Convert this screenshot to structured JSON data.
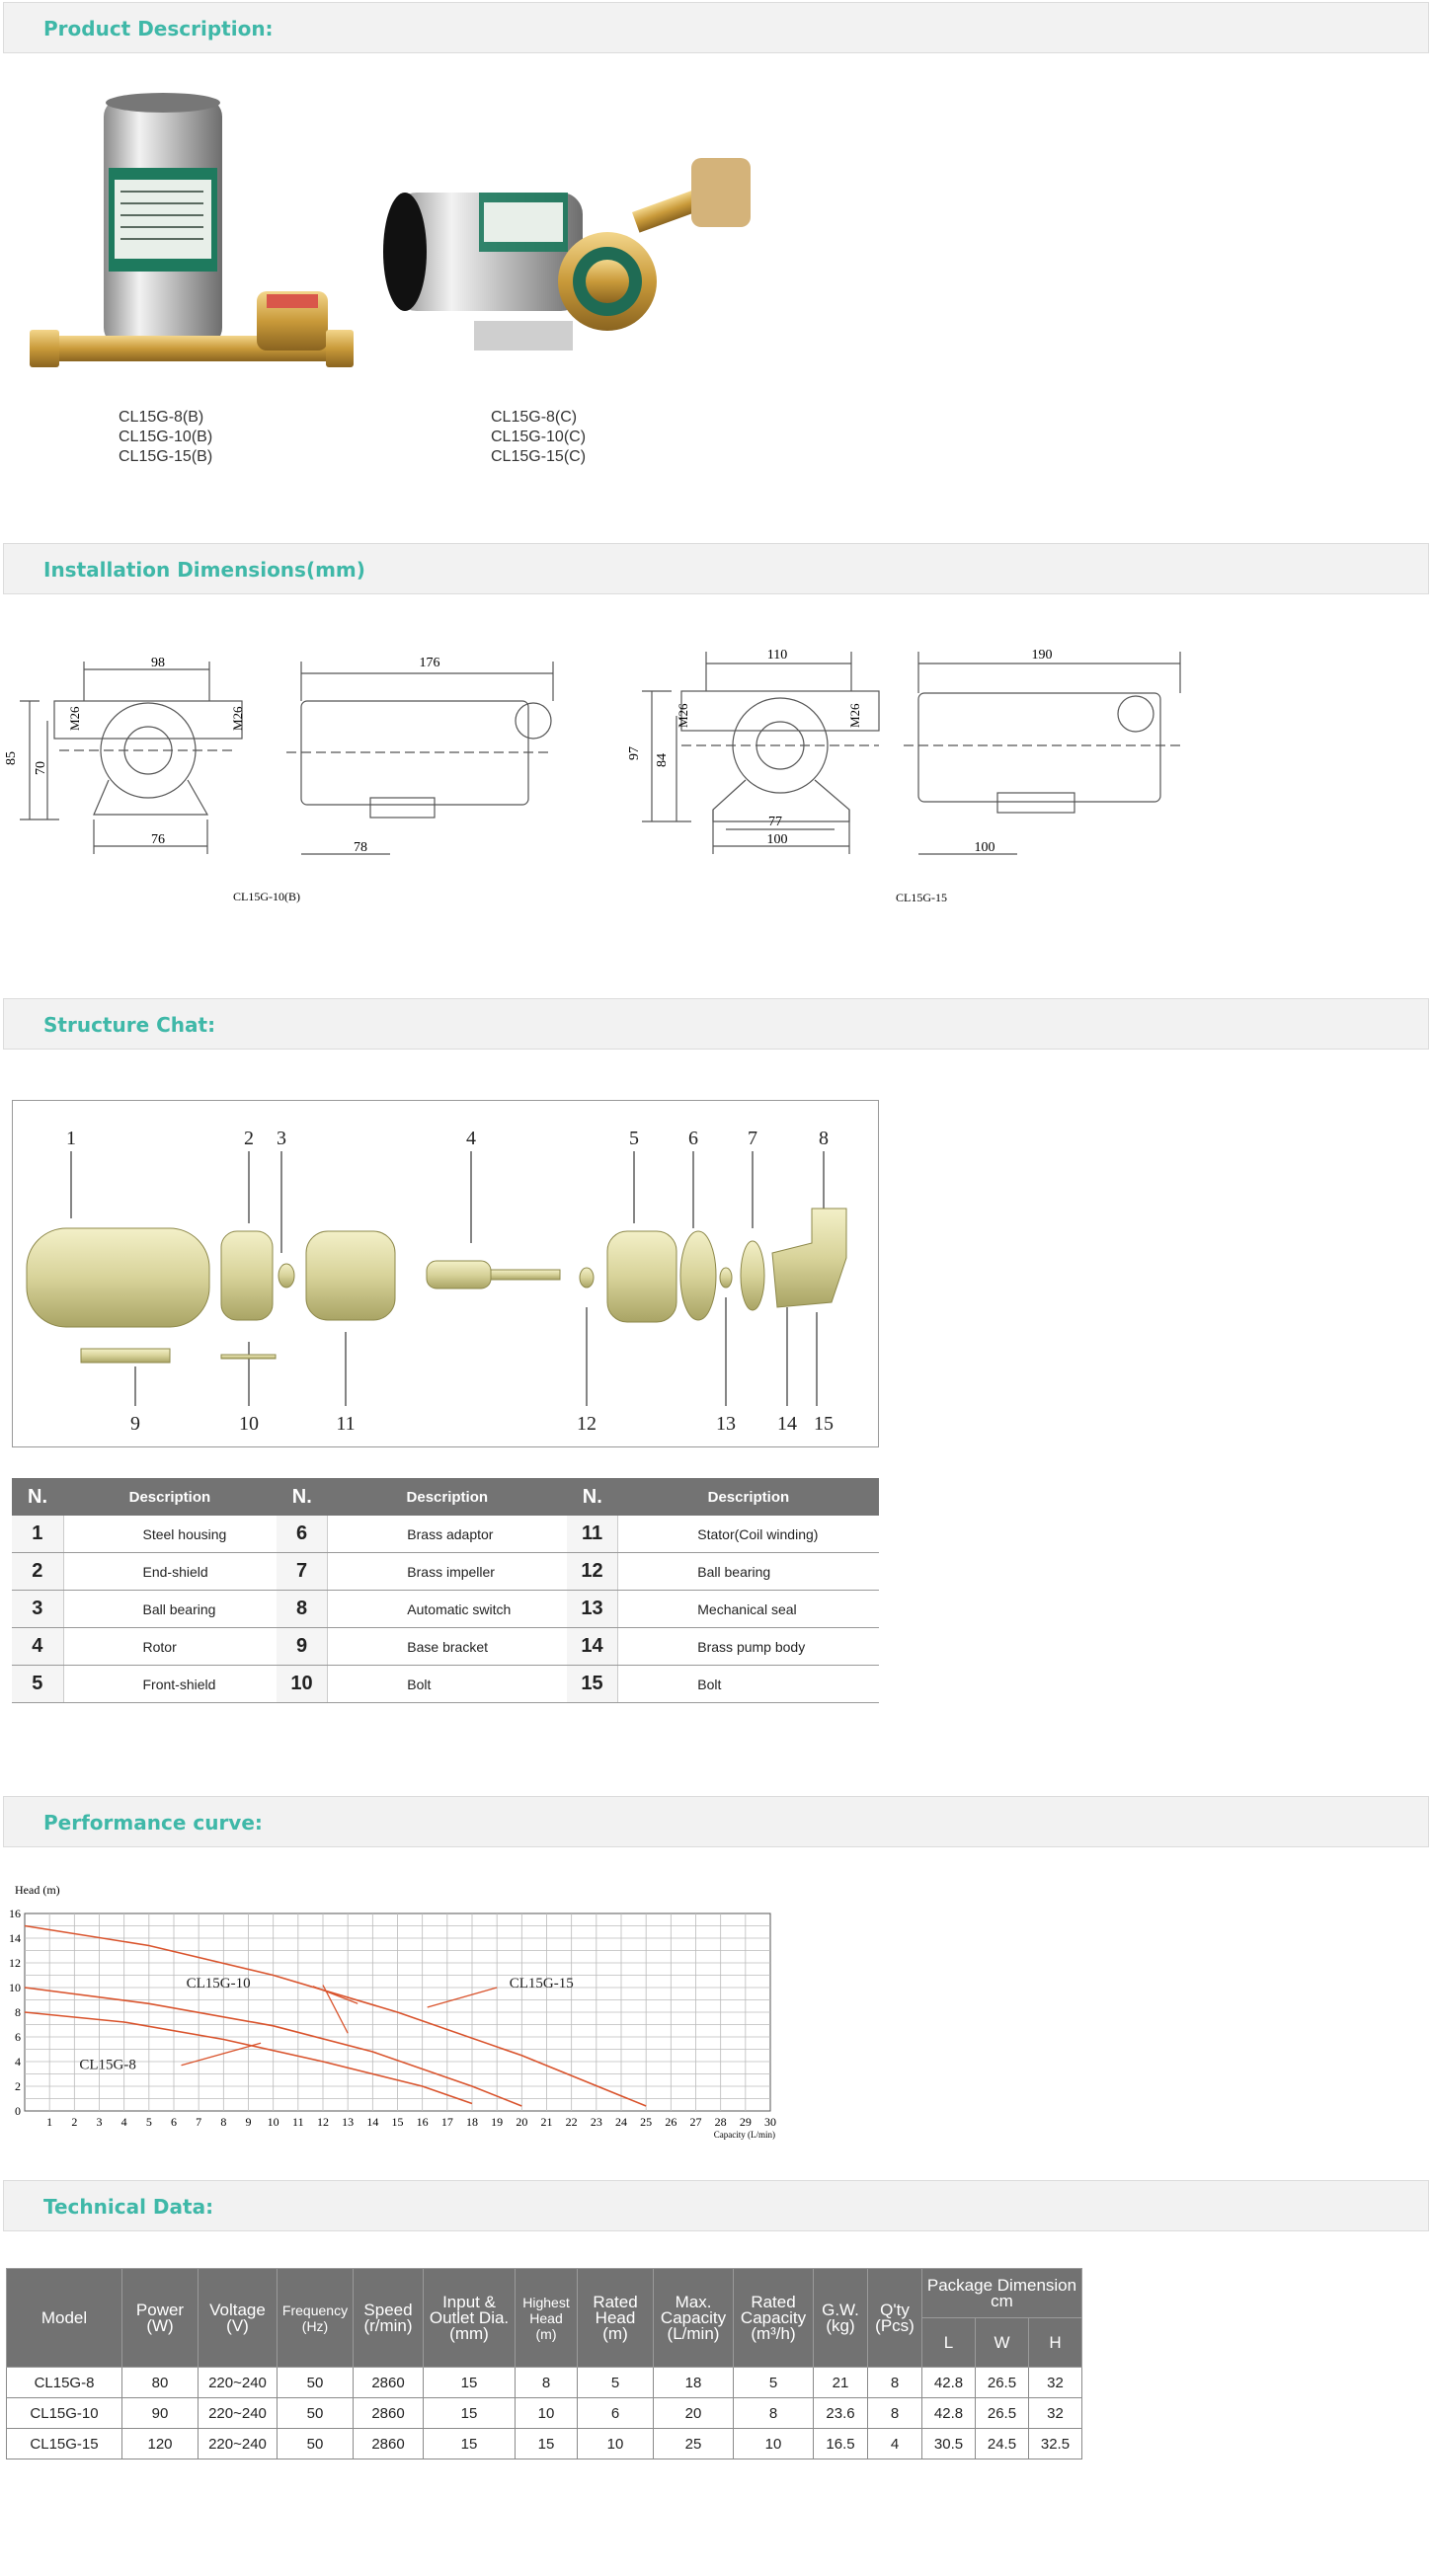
{
  "sections": {
    "product": "Product Description:",
    "install": "Installation Dimensions(mm)",
    "structure": "Structure Chat:",
    "performance": "Performance curve:",
    "technical": "Technical Data:"
  },
  "product": {
    "left_models": [
      "CL15G-8(B)",
      "CL15G-10(B)",
      "CL15G-15(B)"
    ],
    "right_models": [
      "CL15G-8(C)",
      "CL15G-10(C)",
      "CL15G-15(C)"
    ]
  },
  "dimensions": {
    "left": {
      "width_top": "98",
      "length": "176",
      "height_total": "85",
      "height_inner": "70",
      "base": "76",
      "base_offset": "78",
      "thread": "M26",
      "caption": "CL15G-10(B)"
    },
    "right": {
      "width_top": "110",
      "length": "190",
      "height_total": "97",
      "height_inner": "84",
      "base_inner": "77",
      "base": "100",
      "base_offset": "100",
      "thread": "M26",
      "caption": "CL15G-15"
    }
  },
  "structure": {
    "callouts_top": [
      "1",
      "2",
      "3",
      "4",
      "5",
      "6",
      "7",
      "8"
    ],
    "callouts_bottom": [
      "9",
      "10",
      "11",
      "12",
      "13",
      "14",
      "15"
    ],
    "table_headers": {
      "n": "N.",
      "desc": "Description"
    },
    "parts": [
      {
        "n": "1",
        "d": "Steel housing"
      },
      {
        "n": "2",
        "d": "End-shield"
      },
      {
        "n": "3",
        "d": "Ball bearing"
      },
      {
        "n": "4",
        "d": "Rotor"
      },
      {
        "n": "5",
        "d": "Front-shield"
      },
      {
        "n": "6",
        "d": "Brass adaptor"
      },
      {
        "n": "7",
        "d": "Brass impeller"
      },
      {
        "n": "8",
        "d": "Automatic switch"
      },
      {
        "n": "9",
        "d": "Base bracket"
      },
      {
        "n": "10",
        "d": "Bolt"
      },
      {
        "n": "11",
        "d": "Stator(Coil winding)"
      },
      {
        "n": "12",
        "d": "Ball bearing"
      },
      {
        "n": "13",
        "d": "Mechanical seal"
      },
      {
        "n": "14",
        "d": "Brass pump body"
      },
      {
        "n": "15",
        "d": "Bolt"
      }
    ]
  },
  "chart_data": {
    "type": "line",
    "ylabel": "Head (m)",
    "xlabel": "Capacity (L/min)",
    "xlim": [
      0,
      30
    ],
    "ylim": [
      0,
      16
    ],
    "x_ticks": [
      1,
      2,
      3,
      4,
      5,
      6,
      7,
      8,
      9,
      10,
      11,
      12,
      13,
      14,
      15,
      16,
      17,
      18,
      19,
      20,
      21,
      22,
      23,
      24,
      25,
      26,
      27,
      28,
      29,
      30
    ],
    "y_ticks": [
      0,
      2,
      4,
      6,
      8,
      10,
      12,
      14,
      16
    ],
    "grid": true,
    "series": [
      {
        "name": "CL15G-8",
        "points": [
          [
            0,
            8
          ],
          [
            4,
            7.2
          ],
          [
            8,
            5.8
          ],
          [
            12,
            4
          ],
          [
            16,
            2
          ],
          [
            18,
            0.6
          ]
        ]
      },
      {
        "name": "CL15G-10",
        "points": [
          [
            0,
            10
          ],
          [
            5,
            8.7
          ],
          [
            10,
            6.9
          ],
          [
            14,
            4.8
          ],
          [
            18,
            2
          ],
          [
            20,
            0.4
          ]
        ]
      },
      {
        "name": "CL15G-15",
        "points": [
          [
            0,
            15
          ],
          [
            5,
            13.4
          ],
          [
            10,
            11
          ],
          [
            15,
            8
          ],
          [
            20,
            4.5
          ],
          [
            25,
            0.4
          ]
        ]
      }
    ],
    "line_color": "#d9532c"
  },
  "technical": {
    "headers": {
      "model": "Model",
      "power": [
        "Power",
        "(W)"
      ],
      "voltage": [
        "Voltage",
        "(V)"
      ],
      "frequency": [
        "Frequency",
        "(Hz)"
      ],
      "speed": [
        "Speed",
        "(r/min)"
      ],
      "dia": [
        "Input &",
        "Outlet Dia.",
        "(mm)"
      ],
      "highest": [
        "Highest",
        "Head",
        "(m)"
      ],
      "rated_head": [
        "Rated",
        "Head",
        "(m)"
      ],
      "max_cap": [
        "Max.",
        "Capacity",
        "(L/min)"
      ],
      "rated_cap": [
        "Rated",
        "Capacity",
        "(m³/h)"
      ],
      "gw": [
        "G.W.",
        "(kg)"
      ],
      "qty": [
        "Q'ty",
        "(Pcs)"
      ],
      "package": [
        "Package Dimension",
        "cm"
      ],
      "l": "L",
      "w": "W",
      "h": "H"
    },
    "rows": [
      [
        "CL15G-8",
        "80",
        "220~240",
        "50",
        "2860",
        "15",
        "8",
        "5",
        "18",
        "5",
        "21",
        "8",
        "42.8",
        "26.5",
        "32"
      ],
      [
        "CL15G-10",
        "90",
        "220~240",
        "50",
        "2860",
        "15",
        "10",
        "6",
        "20",
        "8",
        "23.6",
        "8",
        "42.8",
        "26.5",
        "32"
      ],
      [
        "CL15G-15",
        "120",
        "220~240",
        "50",
        "2860",
        "15",
        "15",
        "10",
        "25",
        "10",
        "16.5",
        "4",
        "30.5",
        "24.5",
        "32.5"
      ]
    ]
  }
}
